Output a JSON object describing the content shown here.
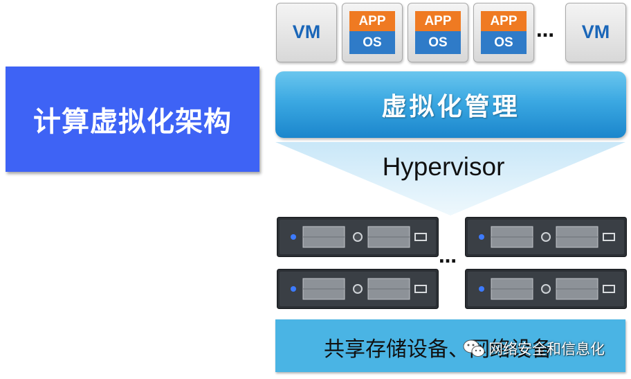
{
  "title": "计算虚拟化架构",
  "vm_row": {
    "tiles": [
      {
        "type": "vm",
        "label": "VM"
      },
      {
        "type": "app",
        "app": "APP",
        "os": "OS"
      },
      {
        "type": "app",
        "app": "APP",
        "os": "OS"
      },
      {
        "type": "app",
        "app": "APP",
        "os": "OS"
      },
      {
        "type": "vm",
        "label": "VM"
      }
    ],
    "ellipsis": "…"
  },
  "management": "虚拟化管理",
  "hypervisor": "Hypervisor",
  "servers": {
    "count": 4,
    "ellipsis": "…"
  },
  "storage": "共享存储设备、网络设备",
  "watermark": "网络安全和信息化",
  "colors": {
    "title_box": "#3e63f5",
    "vm_text": "#1a66b8",
    "app_orange": "#ef7a22",
    "os_blue": "#2f7bc8",
    "management_bar": "#2a9ad8",
    "storage_bar": "#4ab4e4"
  }
}
